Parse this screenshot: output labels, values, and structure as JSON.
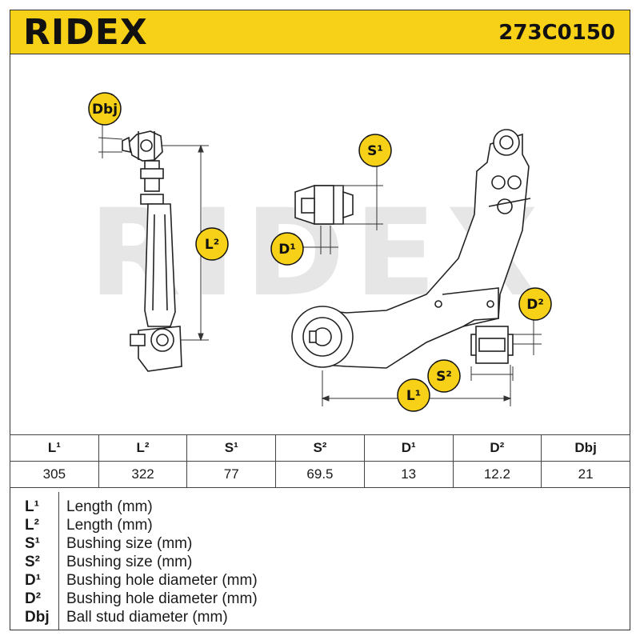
{
  "header": {
    "brand": "RIDEX",
    "part_number": "273C0150"
  },
  "drawing": {
    "watermark": "RIDEX",
    "labels": {
      "dbj": "Dbj",
      "l2": "L²",
      "s1": "S¹",
      "d1": "D¹",
      "d2": "D²",
      "s2": "S²",
      "l1": "L¹"
    }
  },
  "spec_table": {
    "headers": [
      "L¹",
      "L²",
      "S¹",
      "S²",
      "D¹",
      "D²",
      "Dbj"
    ],
    "values": [
      "305",
      "322",
      "77",
      "69.5",
      "13",
      "12.2",
      "21"
    ]
  },
  "legend": [
    {
      "symbol": "L¹",
      "description": "Length (mm)"
    },
    {
      "symbol": "L²",
      "description": "Length (mm)"
    },
    {
      "symbol": "S¹",
      "description": "Bushing size (mm)"
    },
    {
      "symbol": "S²",
      "description": "Bushing size (mm)"
    },
    {
      "symbol": "D¹",
      "description": "Bushing hole diameter (mm)"
    },
    {
      "symbol": "D²",
      "description": "Bushing hole diameter (mm)"
    },
    {
      "symbol": "Dbj",
      "description": "Ball stud diameter (mm)"
    }
  ],
  "colors": {
    "accent": "#f7d117",
    "line": "#222222",
    "watermark": "#e6e6e6"
  }
}
